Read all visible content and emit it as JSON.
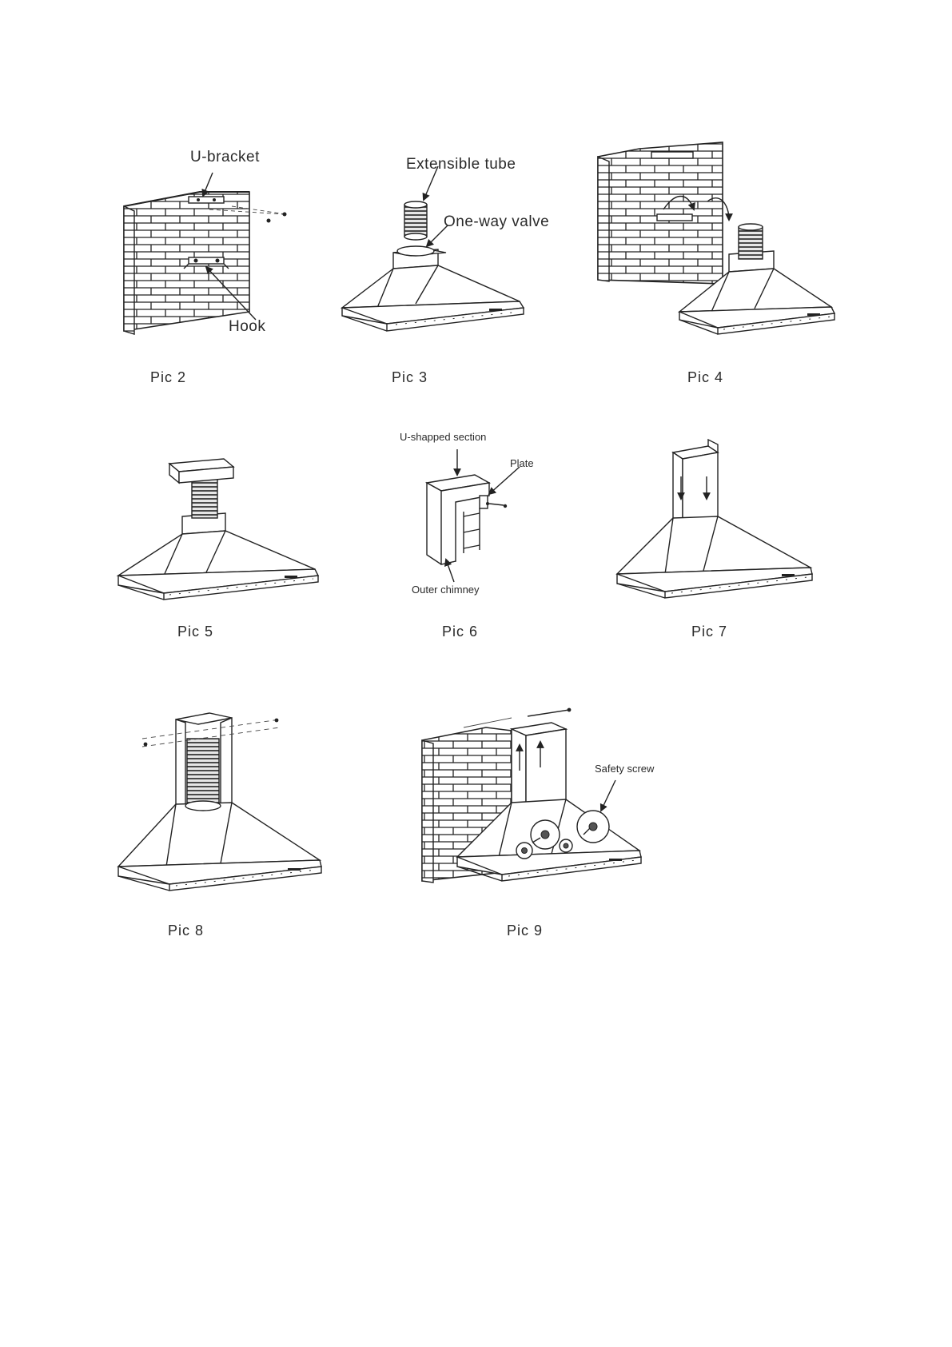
{
  "labels": {
    "u_bracket": "U-bracket",
    "hook": "Hook",
    "extensible_tube": "Extensible tube",
    "one_way_valve": "One-way valve",
    "u_shapped_section": "U-shapped section",
    "plate": "Plate",
    "outer_chimney": "Outer chimney",
    "safety_screw": "Safety screw"
  },
  "captions": {
    "pic2": "Pic 2",
    "pic3": "Pic 3",
    "pic4": "Pic 4",
    "pic5": "Pic 5",
    "pic6": "Pic 6",
    "pic7": "Pic 7",
    "pic8": "Pic 8",
    "pic9": "Pic 9"
  }
}
